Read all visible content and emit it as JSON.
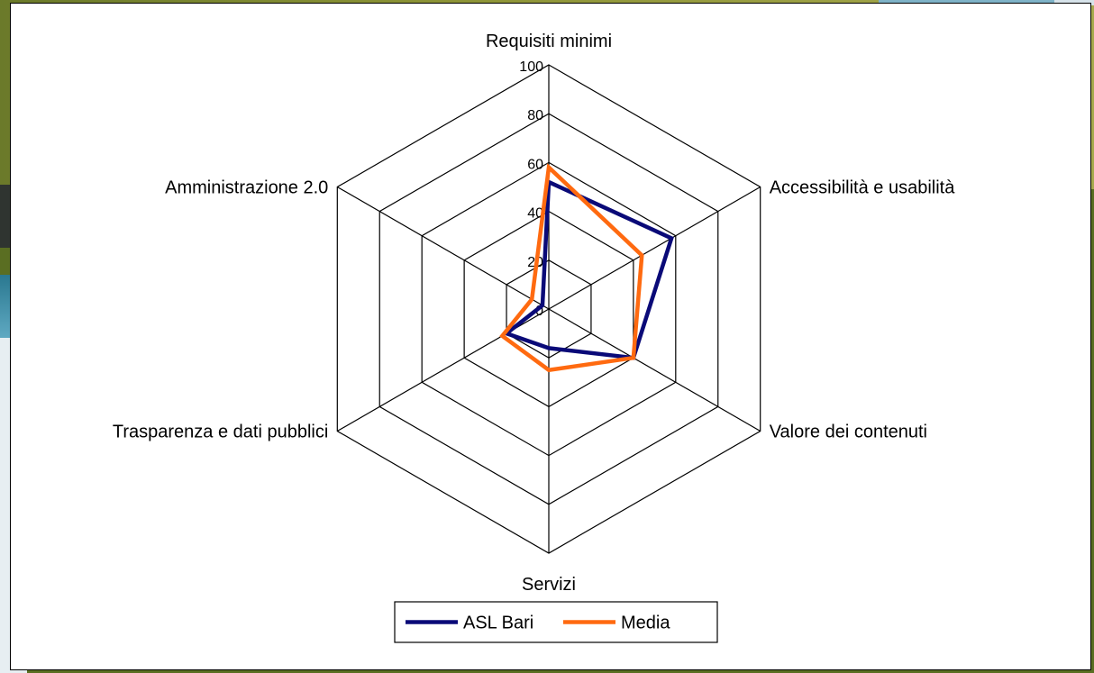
{
  "chart_data": {
    "type": "radar",
    "title": "",
    "categories": [
      "Requisiti minimi",
      "Accessibilità e usabilità",
      "Valore dei contenuti",
      "Servizi",
      "Trasparenza e dati pubblici",
      "Amministrazione 2.0"
    ],
    "r_ticks": [
      "0",
      "20",
      "40",
      "60",
      "80",
      "100"
    ],
    "rlim": [
      0,
      100
    ],
    "grid": true,
    "legend_position": "bottom",
    "series": [
      {
        "name": "ASL Bari",
        "color": "#0a0a78",
        "values": [
          52,
          58,
          40,
          16,
          20,
          3
        ]
      },
      {
        "name": "Media",
        "color": "#ff6a10",
        "values": [
          58,
          44,
          40,
          25,
          22,
          8
        ]
      }
    ]
  }
}
